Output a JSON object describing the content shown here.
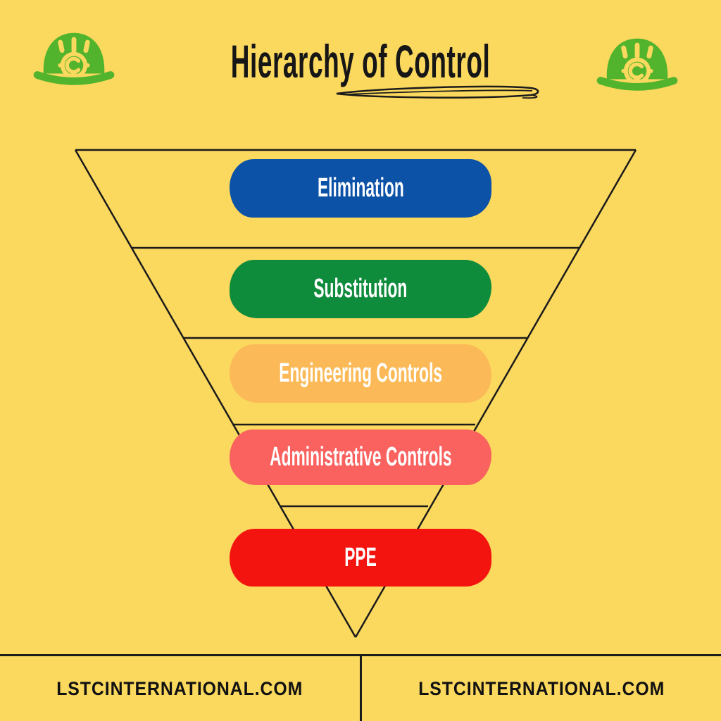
{
  "header": {
    "title": "Hierarchy of Control",
    "left_icon": "hard-hat-icon",
    "right_icon": "hard-hat-icon"
  },
  "funnel": {
    "type": "inverted-funnel",
    "levels": [
      {
        "rank": 1,
        "label": "Elimination",
        "color": "#0C52A7"
      },
      {
        "rank": 2,
        "label": "Substitution",
        "color": "#0F8B3C"
      },
      {
        "rank": 3,
        "label": "Engineering Controls",
        "color": "#FBBA57"
      },
      {
        "rank": 4,
        "label": "Administrative Controls",
        "color": "#F9625F"
      },
      {
        "rank": 5,
        "label": "PPE",
        "color": "#F31410"
      }
    ]
  },
  "footer": {
    "left_text": "LSTCINTERNATIONAL.COM",
    "right_text": "LSTCINTERNATIONAL.COM"
  },
  "colors": {
    "background": "#FBD85E",
    "outline": "#1B1B1B",
    "hat": "#52B42D",
    "title_text": "#161616",
    "band_text": "#FFFFFF",
    "footer_text": "#111111"
  }
}
